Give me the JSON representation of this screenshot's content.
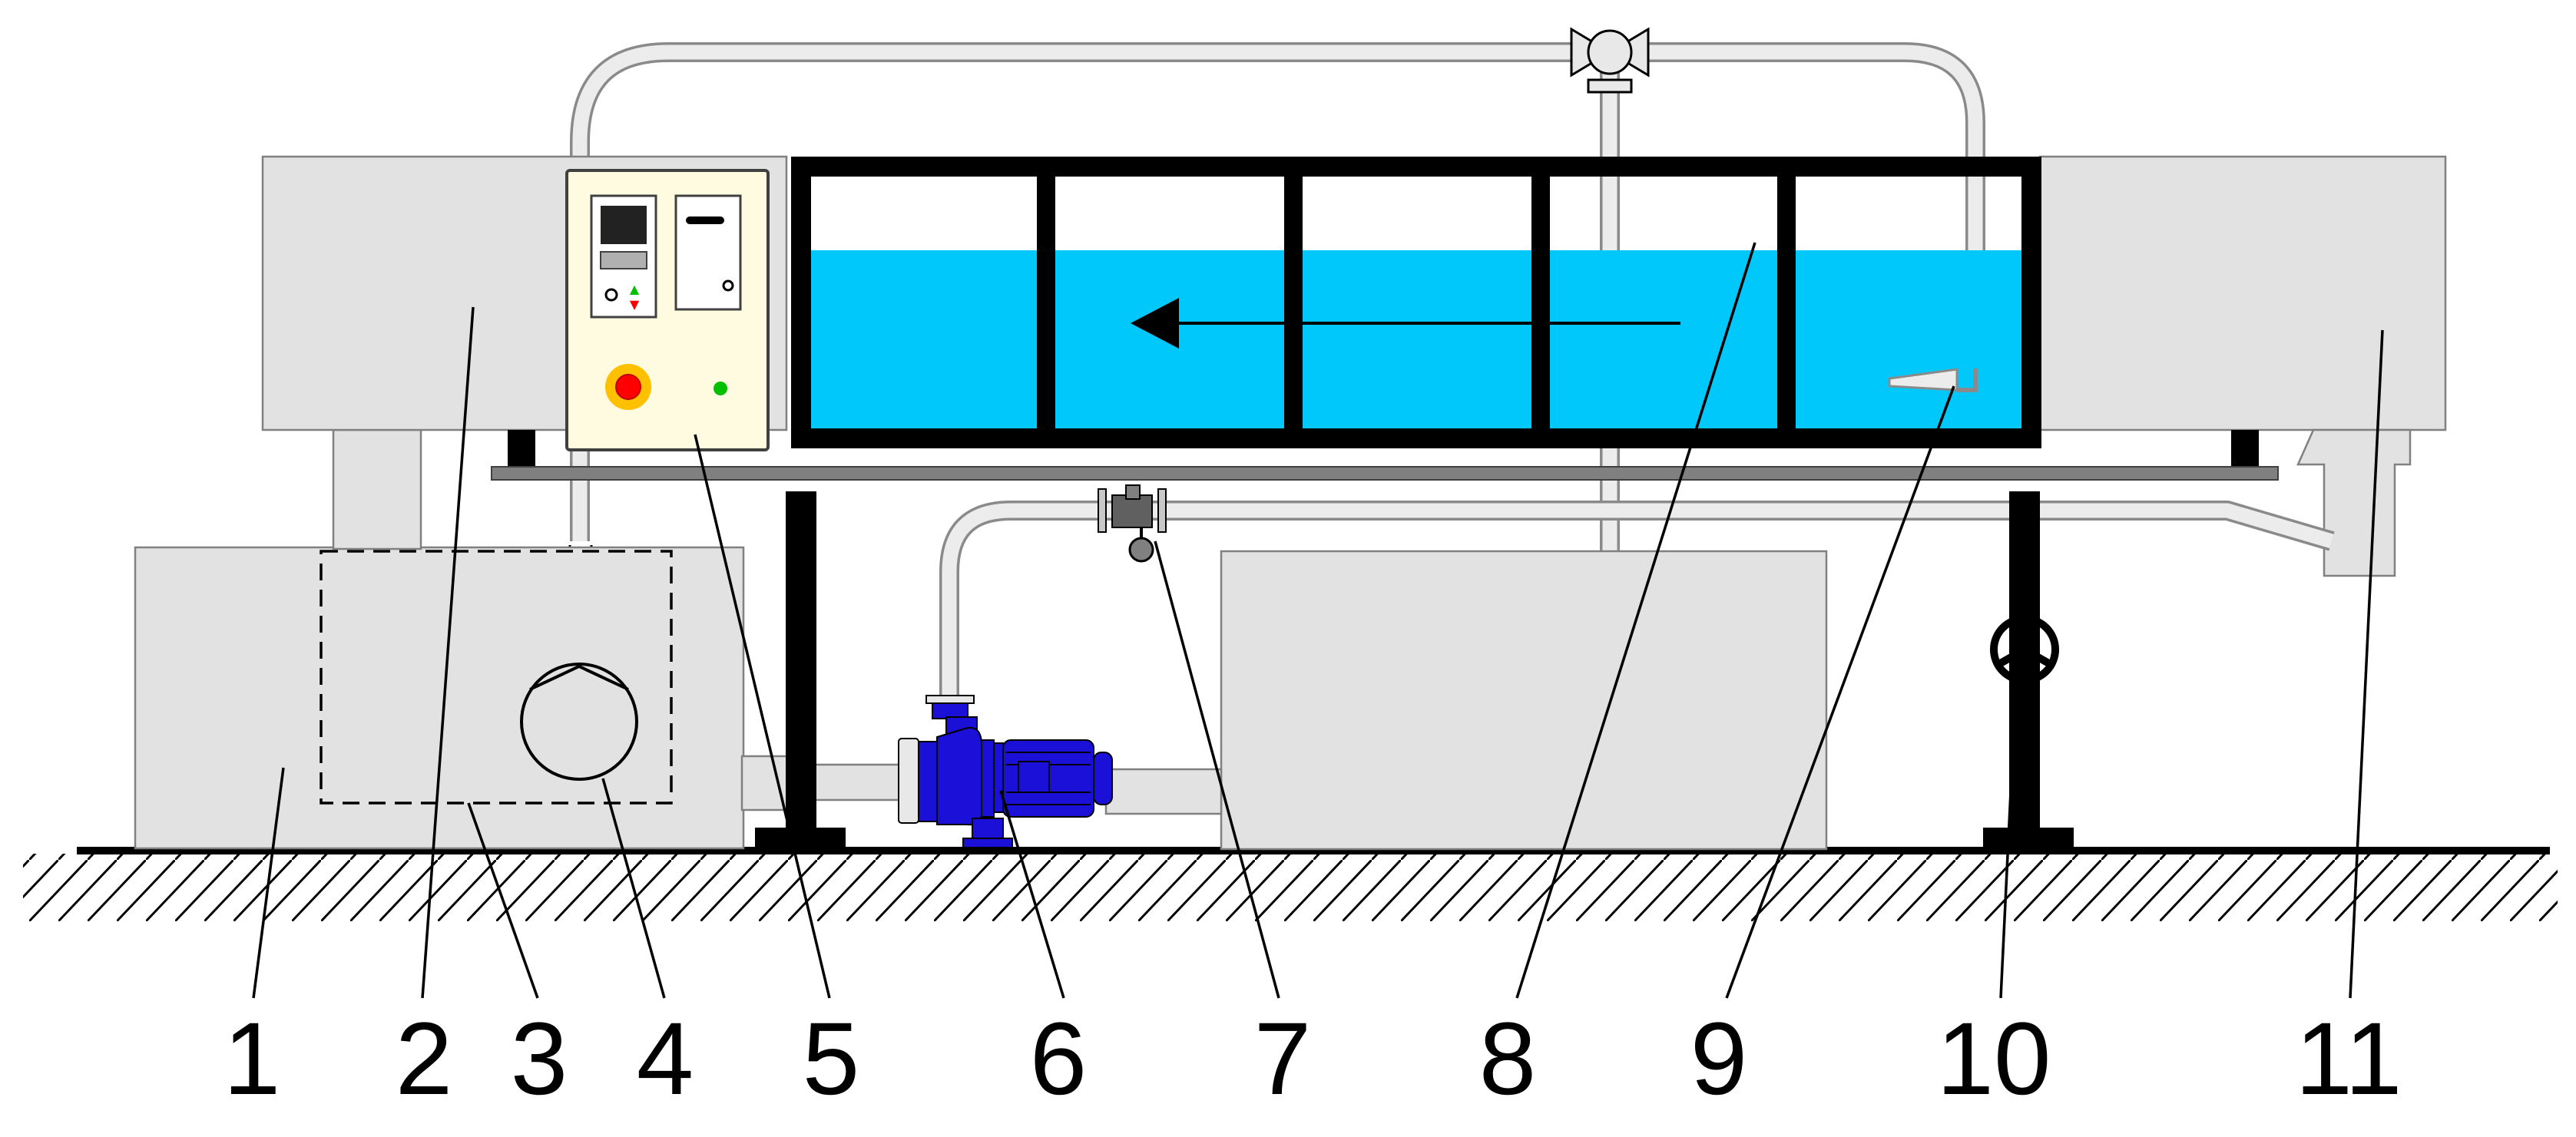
{
  "labels": [
    "1",
    "2",
    "3",
    "4",
    "5",
    "6",
    "7",
    "8",
    "9",
    "10",
    "11"
  ],
  "colors": {
    "water": "#00c8fa",
    "pump_motor": "#1a10d8",
    "equipment_gray": "#e2e2e2",
    "panel": "#fffbe0",
    "stop_button": "#ff0000",
    "stop_ring": "#ffc000",
    "indicator": "#00c000"
  },
  "control_panel": {
    "led_up": "▲",
    "led_down": "▼"
  }
}
